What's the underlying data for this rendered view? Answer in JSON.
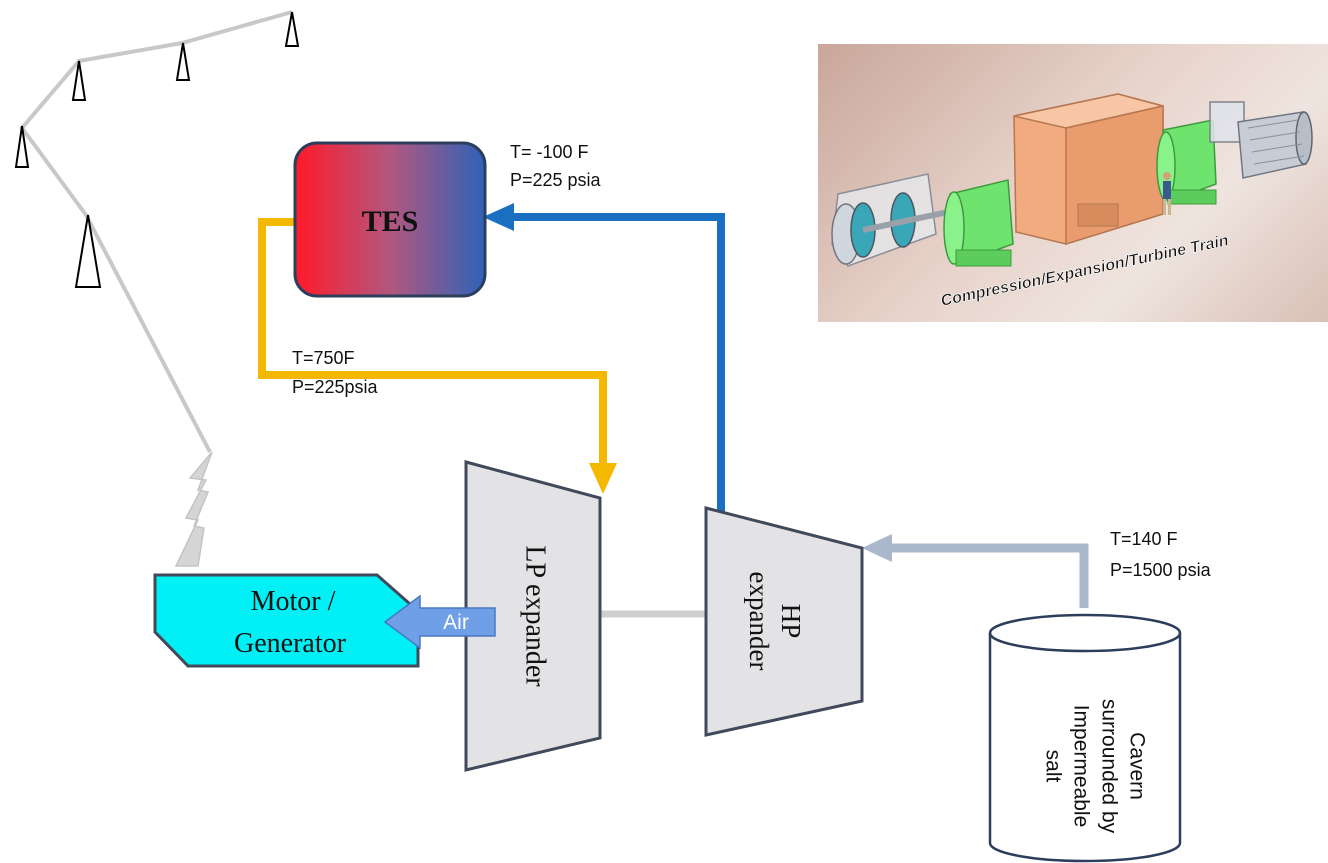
{
  "tes": {
    "label": "TES"
  },
  "motor_generator": {
    "label_line1": "Motor /",
    "label_line2": "Generator"
  },
  "air": {
    "label": "Air"
  },
  "lp_expander": {
    "label": "LP expander"
  },
  "hp_expander": {
    "label_line1": "HP",
    "label_line2": "expander"
  },
  "cavern": {
    "line1": "Cavern",
    "line2": "surrounded by",
    "line3": "Impermeable",
    "line4": "salt"
  },
  "conditions": {
    "tes_inlet": {
      "t": "T= -100 F",
      "p": "P=225 psia"
    },
    "tes_outlet": {
      "t": "T=750F",
      "p": "P=225psia"
    },
    "cavern_outlet": {
      "t": "T=140 F",
      "p": "P=1500 psia"
    }
  },
  "photo": {
    "caption": "Compression/Expansion/Turbine Train"
  },
  "colors": {
    "hot_line": "#f5b800",
    "cold_line": "#1a6fc0",
    "cavern_line": "#aab8cc",
    "tes_hot": "#ff1a2a",
    "tes_cold": "#2f62b8",
    "motor_fill": "#00f0f6",
    "air_arrow": "#6f9fe6",
    "expander_fill": "#e3e3e6",
    "outline": "#404a5a"
  }
}
